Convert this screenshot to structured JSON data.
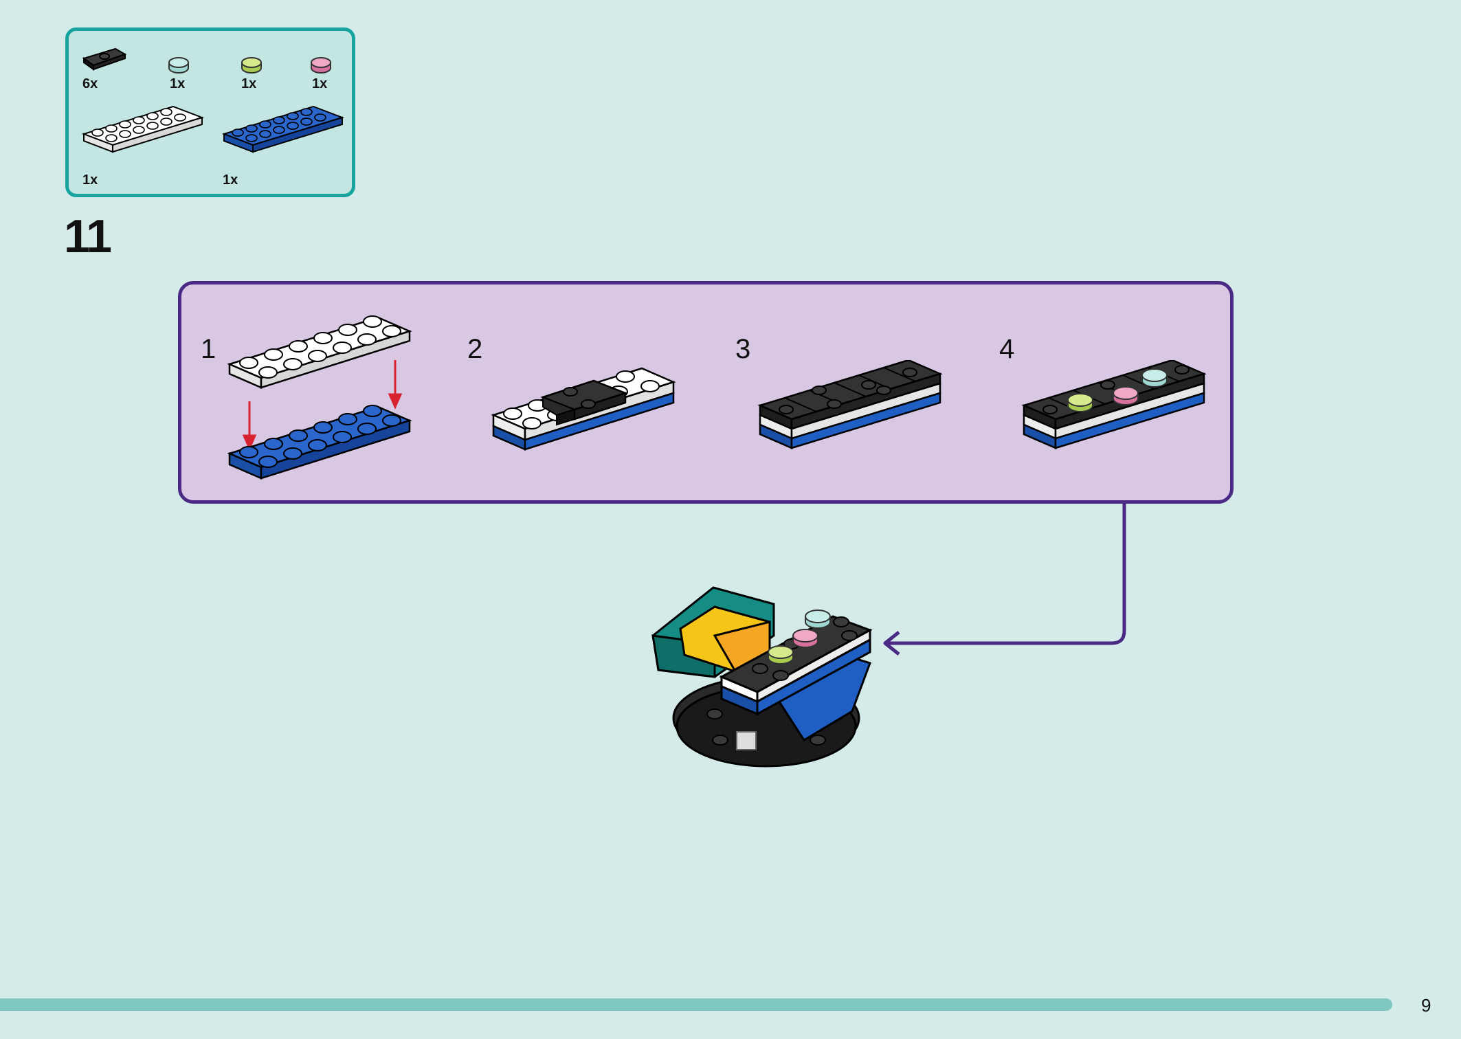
{
  "parts_list": {
    "items": [
      {
        "name": "black-tile-with-stud-1x2",
        "color": "#1d1d1d",
        "quantity": "6x"
      },
      {
        "name": "transparent-light-aqua-round-tile-1x1",
        "color": "#a9dcd6",
        "quantity": "1x"
      },
      {
        "name": "transparent-lime-round-tile-1x1",
        "color": "#b9d86a",
        "quantity": "1x"
      },
      {
        "name": "transparent-pink-round-tile-1x1",
        "color": "#e08ab0",
        "quantity": "1x"
      },
      {
        "name": "white-plate-2x6",
        "color": "#ffffff",
        "quantity": "1x"
      },
      {
        "name": "blue-plate-2x6",
        "color": "#1f5fc4",
        "quantity": "1x"
      }
    ]
  },
  "step": {
    "number": "11"
  },
  "substeps": [
    {
      "label": "1",
      "icon": "stack-white-plate-on-blue-plate"
    },
    {
      "label": "2",
      "icon": "add-black-tiles"
    },
    {
      "label": "3",
      "icon": "all-black-tiles-placed"
    },
    {
      "label": "4",
      "icon": "add-round-tiles"
    }
  ],
  "colors": {
    "background": "#d5ebe9",
    "parts_box_border": "#17a39e",
    "substeps_box_bg": "#d8c8e4",
    "substeps_box_border": "#4a2a84",
    "arrow_down": "#d8222f",
    "progress_bar": "#7fc8c2"
  },
  "footer": {
    "page_number": "9"
  }
}
